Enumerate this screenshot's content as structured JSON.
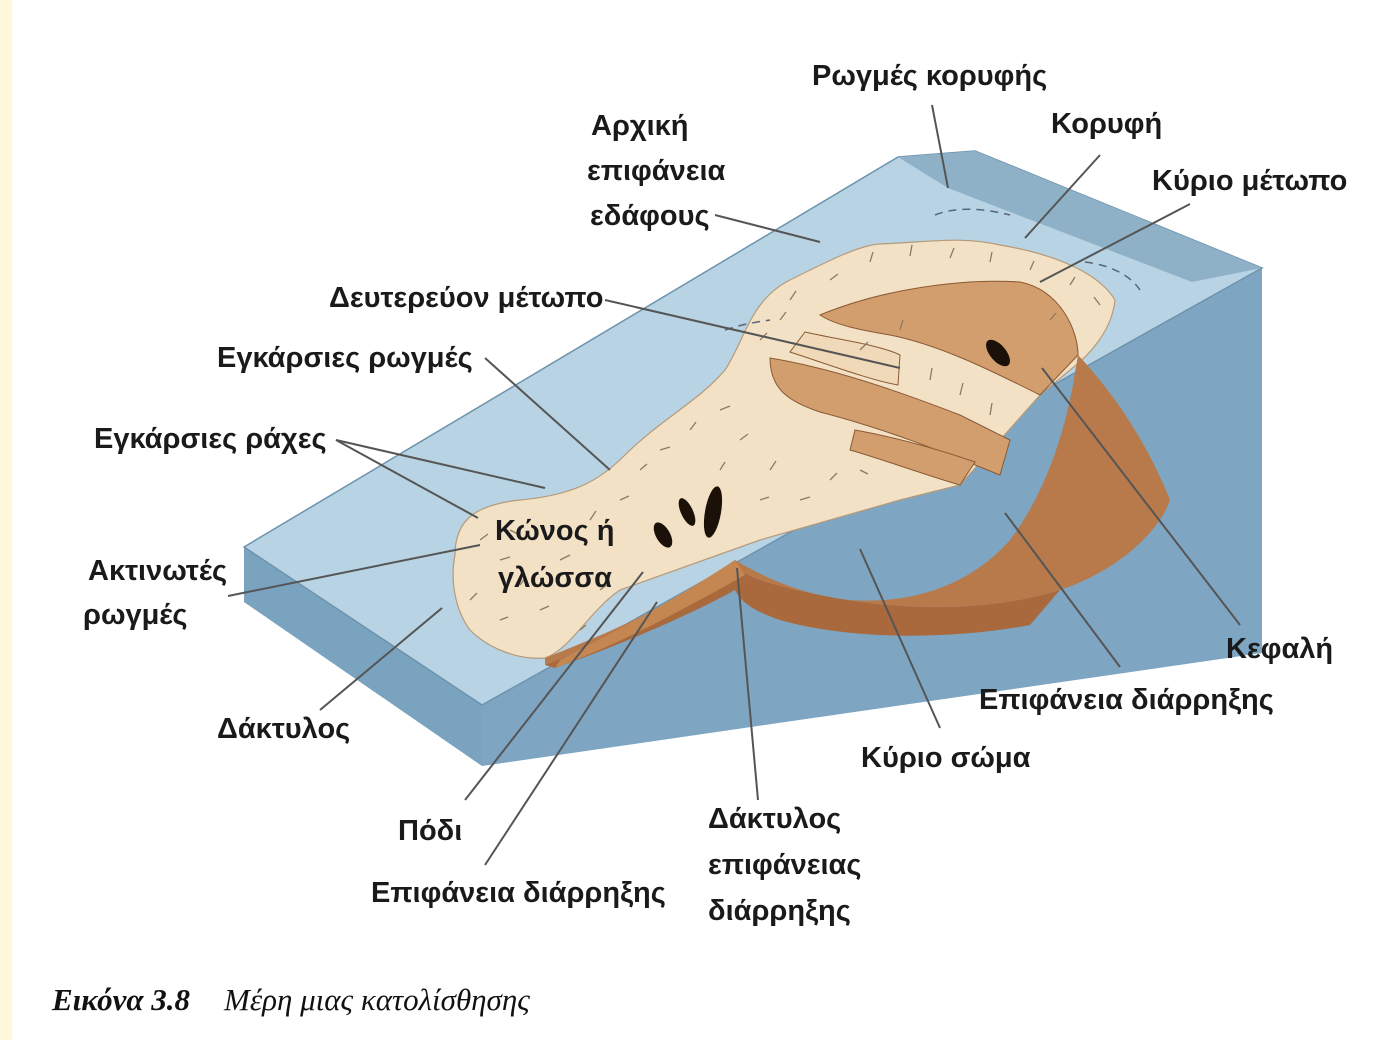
{
  "labels": {
    "crown_cracks": "Ρωγμές κορυφής",
    "crown": "Κορυφή",
    "main_scarp": "Κύριο μέτωπο",
    "original_ground_l1": "Αρχική",
    "original_ground_l2": "επιφάνεια",
    "original_ground_l3": "εδάφους",
    "minor_scarp": "Δευτερεύον μέτωπο",
    "transverse_cracks": "Εγκάρσιες ρωγμές",
    "transverse_ridges": "Εγκάρσιες ράχες",
    "radial_cracks_l1": "Ακτινωτές",
    "radial_cracks_l2": "ρωγμές",
    "toe_fan_l1": "Κώνος ή",
    "toe_fan_l2": "γλώσσα",
    "toe": "Δάκτυλος",
    "foot": "Πόδι",
    "rupture_surface_left": "Επιφάνεια διάρρηξης",
    "toe_rupture_l1": "Δάκτυλος",
    "toe_rupture_l2": "επιφάνειας",
    "toe_rupture_l3": "διάρρηξης",
    "main_body": "Κύριο σώμα",
    "rupture_surface_right": "Επιφάνεια διάρρηξης",
    "head": "Κεφαλή"
  },
  "caption": {
    "number": "Εικόνα 3.8",
    "text": "Μέρη μιας κατολίσθησης"
  },
  "colors": {
    "page_border": "#fff8dc",
    "ground_top": "#b3cfe0",
    "block_side": "#7ea6c2",
    "displaced_material": "#f3e0c4",
    "rupture_surface": "#b87a4b",
    "scarp_block": "#d29e6d",
    "leader_line": "#555555"
  }
}
